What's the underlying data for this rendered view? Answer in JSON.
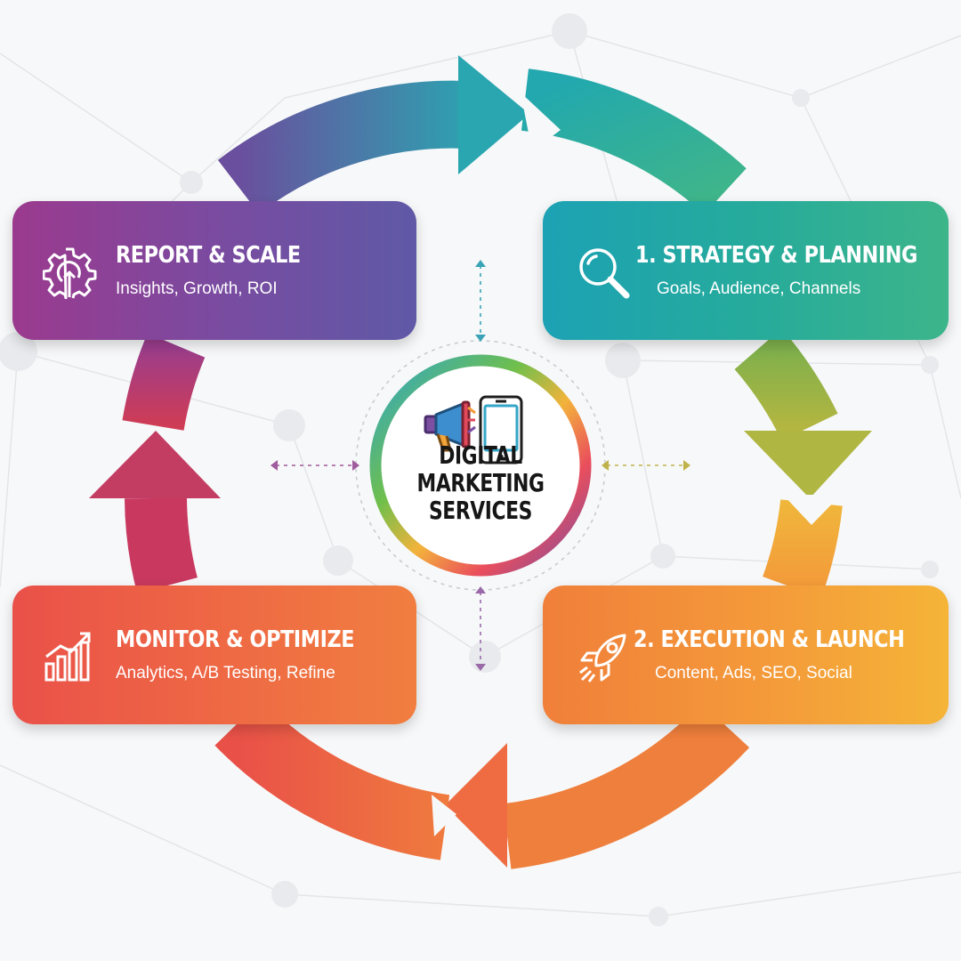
{
  "center": {
    "lines": [
      "DIGITAL",
      "MARKETING",
      "SERVICES"
    ],
    "icons": [
      "megaphone-icon",
      "smartphone-icon"
    ]
  },
  "cards": {
    "report": {
      "title": "REPORT & SCALE",
      "subtitle": "Insights, Growth, ROI",
      "icon": "gear-growth-icon"
    },
    "strategy": {
      "title": "1. STRATEGY & PLANNING",
      "subtitle": "Goals, Audience, Channels",
      "icon": "magnifier-icon"
    },
    "monitor": {
      "title": "MONITOR & OPTIMIZE",
      "subtitle": "Analytics, A/B Testing, Refine",
      "icon": "bar-chart-icon"
    },
    "execution": {
      "title": "2. EXECUTION & LAUNCH",
      "subtitle": "Content, Ads, SEO, Social",
      "icon": "rocket-icon"
    }
  },
  "colors": {
    "purple": "#7a4ba0",
    "teal": "#1ca2b4",
    "green": "#3db58a",
    "olive": "#a7b83e",
    "yellow": "#f5b438",
    "orange": "#f07f3a",
    "red": "#ea5149",
    "crimson": "#c8385f",
    "background": "#f7f8f9"
  }
}
